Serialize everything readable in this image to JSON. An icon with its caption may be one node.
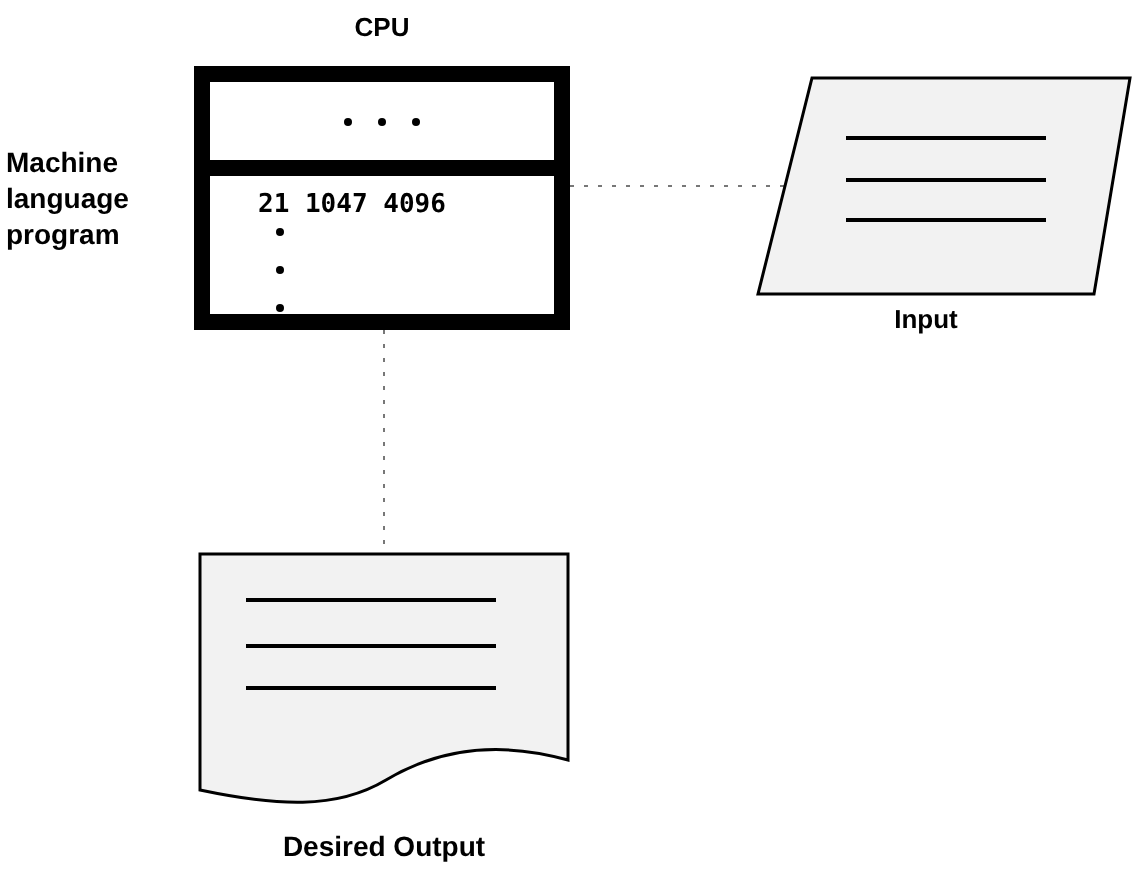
{
  "diagram": {
    "nodes": [
      {
        "text": [
          "CPU"
        ]
      },
      {
        "text": [],
        "shape": "box",
        "in": 0
      },
      {
        "text": [
          "21 1047 4096"
        ],
        "in": 0,
        "beside": [
          "Machine language program"
        ]
      },
      {
        "text": [
          "Input"
        ]
      },
      {
        "text": [
          "Desired Output"
        ]
      }
    ],
    "edges": [
      {
        "from": 0,
        "to": 3,
        "arrow": "none",
        "style": "dashed"
      },
      {
        "from": 0,
        "to": 4,
        "arrow": "none",
        "style": "dashed"
      }
    ]
  }
}
